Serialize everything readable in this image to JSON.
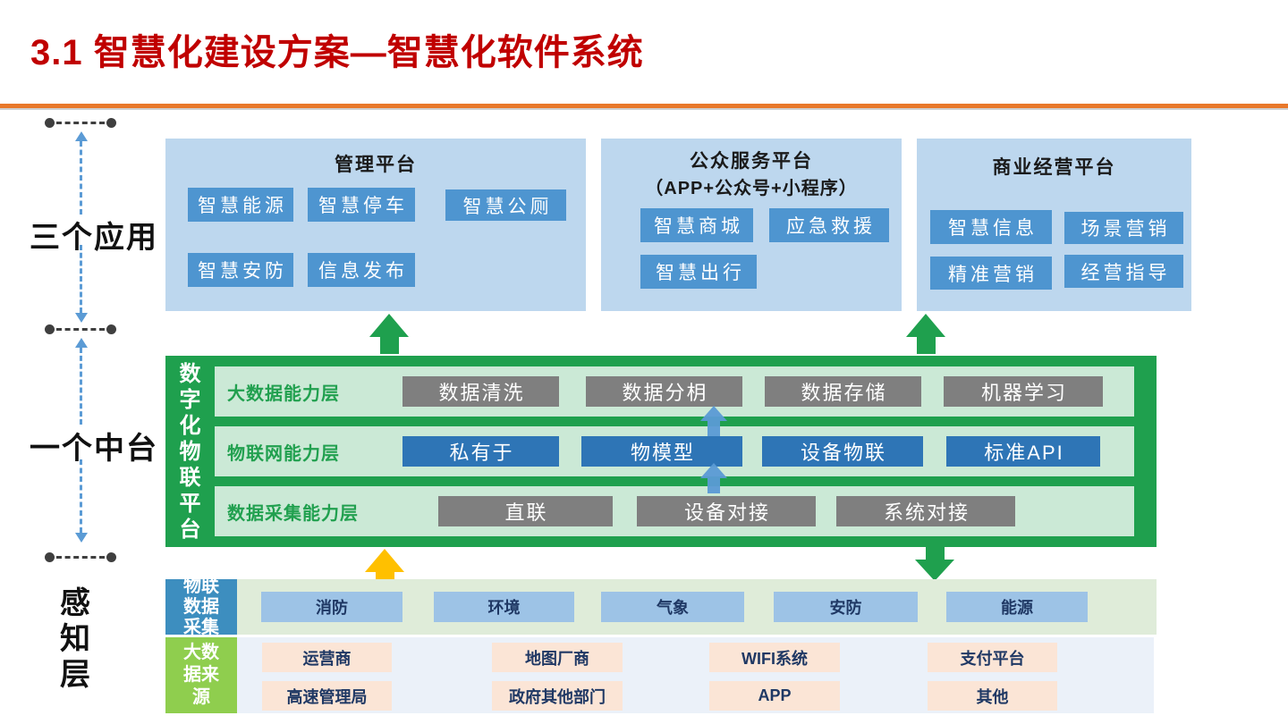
{
  "page": {
    "title": "3.1 智慧化建设方案—智慧化软件系统"
  },
  "colors": {
    "title_red": "#C00000",
    "divider_orange": "#E8782A",
    "dashed_arrow_blue": "#5B9BD5",
    "platform_bg": "#BDD7EE",
    "platform_item_blue": "#4E95D0",
    "middle_green": "#1FA04E",
    "layer_row_bg": "#CBE9D6",
    "layer_label_green": "#21A04F",
    "gray_box": "#7F7F7F",
    "blue_box": "#2E75B6",
    "iot_band_bg": "#DFECD9",
    "iot_label_bg": "#3D8EBF",
    "iot_item_bg": "#9DC3E6",
    "bigdata_band_bg": "#EBF1F9",
    "bigdata_label_bg": "#8FCE4E",
    "bigdata_item_bg": "#FBE5D6",
    "bottom_text_navy": "#1F3864",
    "arrow_yellow": "#FFC000"
  },
  "left_rail": {
    "label_apps": "三个应用",
    "label_middle": "一个中台",
    "label_perception": "感知层"
  },
  "top_platforms": [
    {
      "title": "管理平台",
      "items": [
        "智慧能源",
        "智慧停车",
        "智慧公厕",
        "智慧安防",
        "信息发布"
      ]
    },
    {
      "title": "公众服务平台",
      "subtitle": "（APP+公众号+小程序）",
      "items": [
        "智慧商城",
        "应急救援",
        "智慧出行"
      ]
    },
    {
      "title": "商业经营平台",
      "items": [
        "智慧信息",
        "场景营销",
        "精准营销",
        "经营指导"
      ]
    }
  ],
  "middle_platform": {
    "side_label": "数字化物联平台",
    "layers": [
      {
        "name": "大数据能力层",
        "items": [
          "数据清洗",
          "数据分枂",
          "数据存储",
          "机器学习"
        ]
      },
      {
        "name": "物联网能力层",
        "items": [
          "私有于",
          "物模型",
          "设备物联",
          "标准API"
        ]
      },
      {
        "name": "数据采集能力层",
        "items": [
          "直联",
          "设备对接",
          "系统对接"
        ]
      }
    ]
  },
  "bottom": {
    "iot_row": {
      "label": "物联数据采集",
      "items": [
        "消防",
        "环境",
        "气象",
        "安防",
        "能源"
      ]
    },
    "bigdata_row": {
      "label": "大数据来源",
      "row1": [
        "运营商",
        "地图厂商",
        "WIFI系统",
        "支付平台"
      ],
      "row2": [
        "高速管理局",
        "政府其他部门",
        "APP",
        "其他"
      ]
    }
  }
}
